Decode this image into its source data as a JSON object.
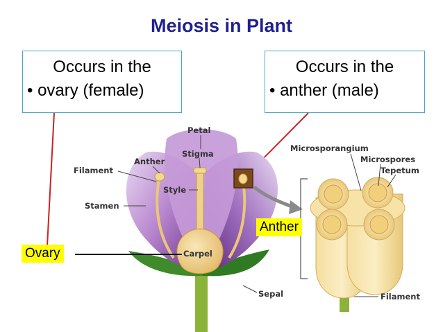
{
  "title": "Meiosis in Plant",
  "box_female": {
    "line1": "Occurs in the",
    "line2": "ovary (female)"
  },
  "box_male": {
    "line1": "Occurs in the",
    "line2": "anther (male)"
  },
  "tags": {
    "ovary": "Ovary",
    "anther": "Anther"
  },
  "flower_labels": {
    "petal": "Petal",
    "stigma": "Stigma",
    "anther": "Anther",
    "filament": "Filament",
    "style": "Style",
    "stamen": "Stamen",
    "carpel": "Carpel",
    "sepal": "Sepal"
  },
  "anther_labels": {
    "microsporangium": "Microsporangium",
    "microspores": "Microspores",
    "tepetum": "Tepetum",
    "filament": "Filament"
  },
  "colors": {
    "title": "#1f1f8f",
    "pointer_line": "#cc2222",
    "highlight": "#ffff00",
    "box_border": "#4aa3c7"
  }
}
